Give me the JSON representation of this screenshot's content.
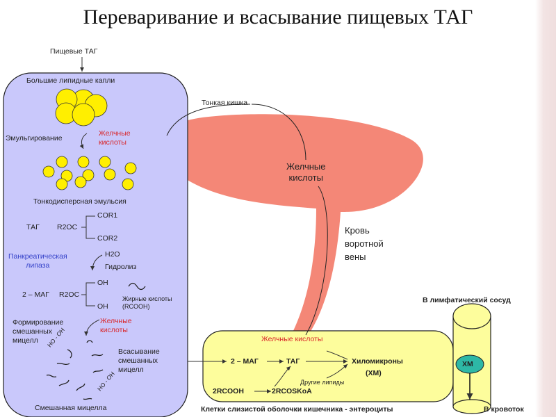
{
  "title": "Переваривание и всасывание пищевых ТАГ",
  "labels": {
    "food_tag": "Пищевые ТАГ",
    "large_droplets": "Большие липидные капли",
    "emulsification": "Эмульгирование",
    "bile_acids_1": "Желчные\nкислоты",
    "fine_emulsion": "Тонкодисперсная эмульсия",
    "tag": "ТАГ",
    "r2oc_1": "R2OC",
    "cor1": "COR1",
    "cor2": "COR2",
    "pancreatic_lipase": "Панкреатическая\nлипаза",
    "h2o": "H2O",
    "hydrolysis": "Гидролиз",
    "mag": "2 – МАГ",
    "r2oc_2": "R2OC",
    "oh_top": "OH",
    "oh_bottom": "OH",
    "fatty_acids": "Жирные кислоты\n(RCOOH)",
    "micelle_formation": "Формирование\nсмешанных\nмицелл",
    "bile_acids_2": "Желчные\nкислоты",
    "absorption": "Всасывание\nсмешанных\nмицелл",
    "ho_oh_1": "НО - ОН",
    "ho_oh_2": "НО - ОН",
    "mixed_micelle": "Смешанная мицелла",
    "small_intestine": "Тонкая кишка",
    "bile_acids_center": "Желчные\nкислоты",
    "portal_vein": "Кровь\nворотной\nвены",
    "lymph_vessel": "В лимфатический    сосуд",
    "bile_acids_enterocyte": "Желчные кислоты",
    "ent_mag": "2 – МАГ",
    "ent_tag": "ТАГ",
    "chylomicrons": "Хиломикроны",
    "xm_paren": "(ХМ)",
    "other_lipids": "Другие липиды",
    "rcooh": "2RCOOH",
    "rcoskoa": "2RCOSKoA",
    "enterocytes": "Клетки слизистой оболочки кишечника - энтероциты",
    "bloodstream": "В кровоток",
    "xm": "ХМ"
  },
  "colors": {
    "lumen_fill": "#c9c8fb",
    "intestine_fill": "#f48777",
    "enterocyte_fill": "#fdfd9c",
    "droplet_fill": "#ffef00",
    "vessel_fill": "#fdfd9c",
    "xm_fill": "#2db8a6",
    "bile_text": "#d9262a",
    "lipase_text": "#3340c8"
  }
}
